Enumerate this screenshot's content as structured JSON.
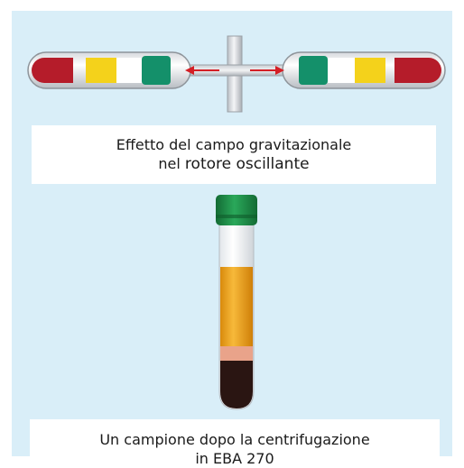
{
  "rotor_caption": {
    "line1": "Effetto del campo gravitazionale",
    "line2_prefix": "nel ",
    "line2_emph": "rotore oscillante"
  },
  "tube_caption": {
    "line1": "Un campione dopo la centrifugazione",
    "line2": "in EBA 270"
  },
  "colors": {
    "background_panel": "#d9eef8",
    "tube_cap": "#1e8a46",
    "plasma": "#f2a21a",
    "sediment": "#2a1512",
    "segment_red": "#b51c2a",
    "segment_yellow": "#f4d21b",
    "segment_white": "#ffffff",
    "segment_green": "#14906a",
    "arrow_red": "#d41f26"
  }
}
